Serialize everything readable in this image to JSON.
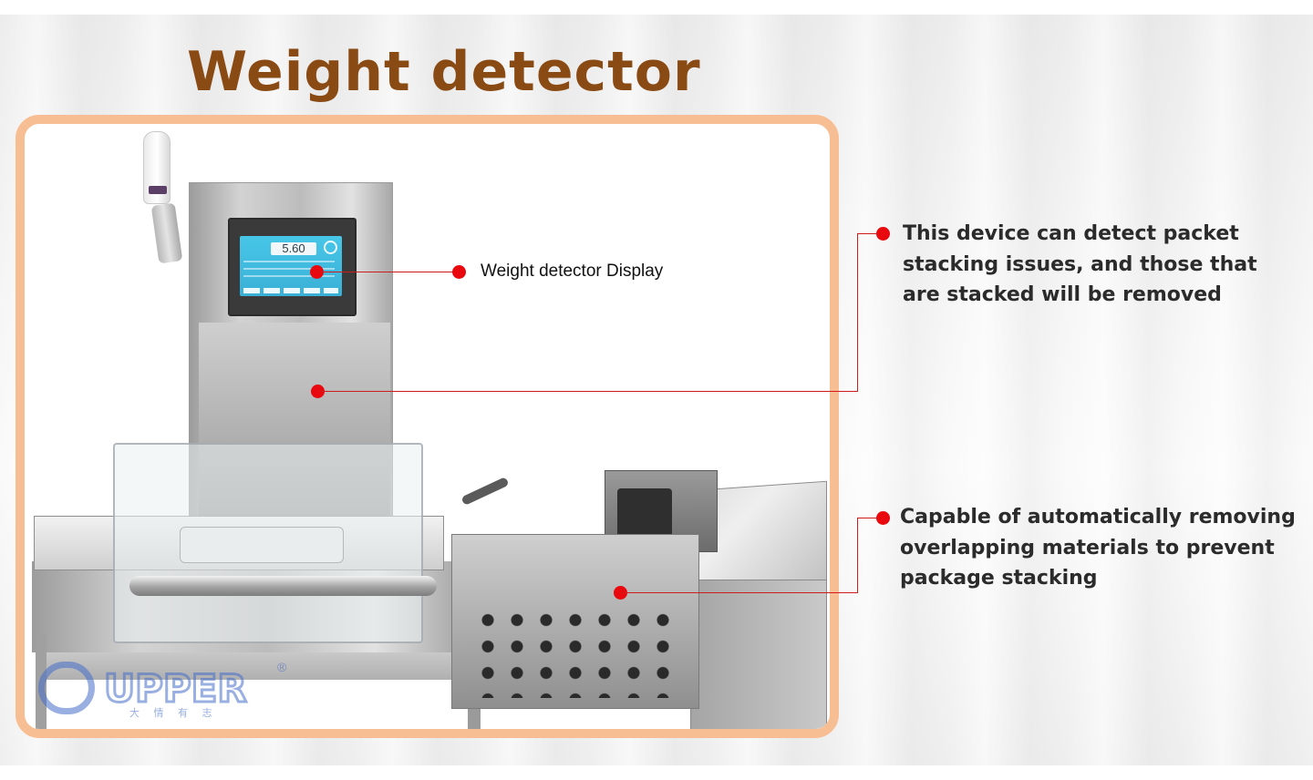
{
  "title": "Weight detector",
  "callouts": {
    "display": "Weight detector Display",
    "stacking_detect": "This device can detect packet stacking issues, and those that are stacked will be removed",
    "auto_remove": "Capable of automatically removing overlapping materials to prevent package stacking"
  },
  "screen_readout": "5.60",
  "logo": {
    "brand": "UPPER",
    "subtitle": "大 情 有 志",
    "registered_mark": "®"
  },
  "colors": {
    "title": "#8a4a14",
    "frame_border": "#f8be93",
    "callout_dot": "#e8080d",
    "callout_line": "#d11a1a"
  }
}
